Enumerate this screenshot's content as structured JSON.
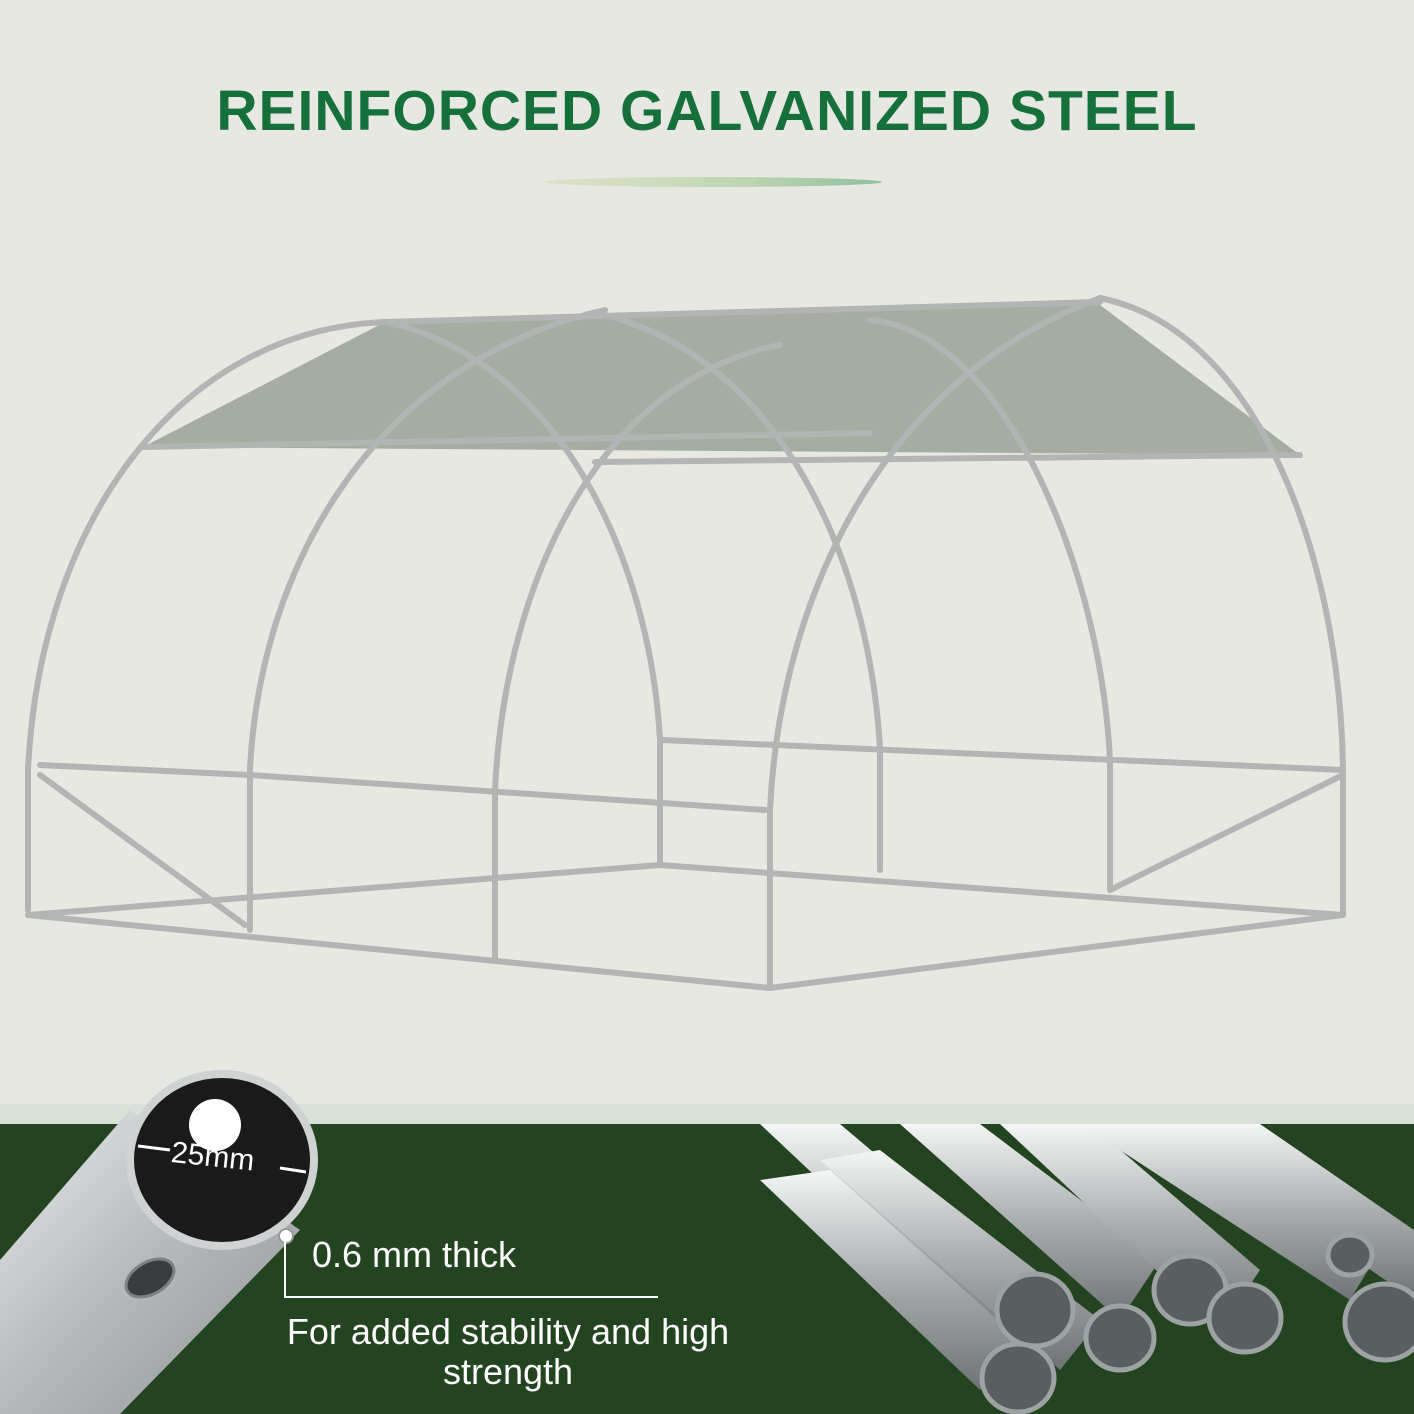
{
  "headline": "REINFORCED GALVANIZED STEEL",
  "colors": {
    "background": "#e7e8e2",
    "headline": "#15703a",
    "panel": "#22441f",
    "steel": "#b4b6b6",
    "shade": "#8f9a8c"
  },
  "tube_spec": {
    "diameter_label": "25mm",
    "thickness_label": "0.6 mm thick",
    "benefit_text": "For added stability and high strength"
  },
  "icons": {
    "frame": "greenhouse-frame-icon",
    "tube": "steel-tube-icon",
    "pipes": "steel-pipes-icon"
  }
}
